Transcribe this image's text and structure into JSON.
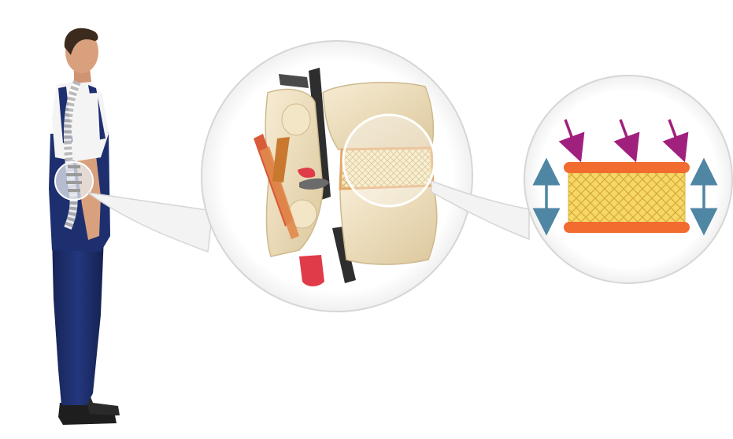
{
  "diagram": {
    "subject": "standing-worker",
    "zoom_levels": [
      "spine-region",
      "vertebra-segment",
      "intervertebral-disc"
    ],
    "colors": {
      "background": "#ffffff",
      "compression_arrow": "#a0207e",
      "expansion_arrow": "#4f86a3",
      "disc_endplate": "#f26b2f",
      "disc_core": "#f2d25c",
      "vertebra_bone": "#efe0bf",
      "overalls": "#1d2f6e",
      "shirt": "#f4f4f4",
      "skin": "#d9a07d",
      "hair": "#3b2a1d",
      "nerve": "#e03b49",
      "ligament": "#2e2e2e",
      "bubble_border": "#d6d6d6"
    },
    "arrows": {
      "compression_count": 3,
      "expansion_count": 2
    }
  }
}
